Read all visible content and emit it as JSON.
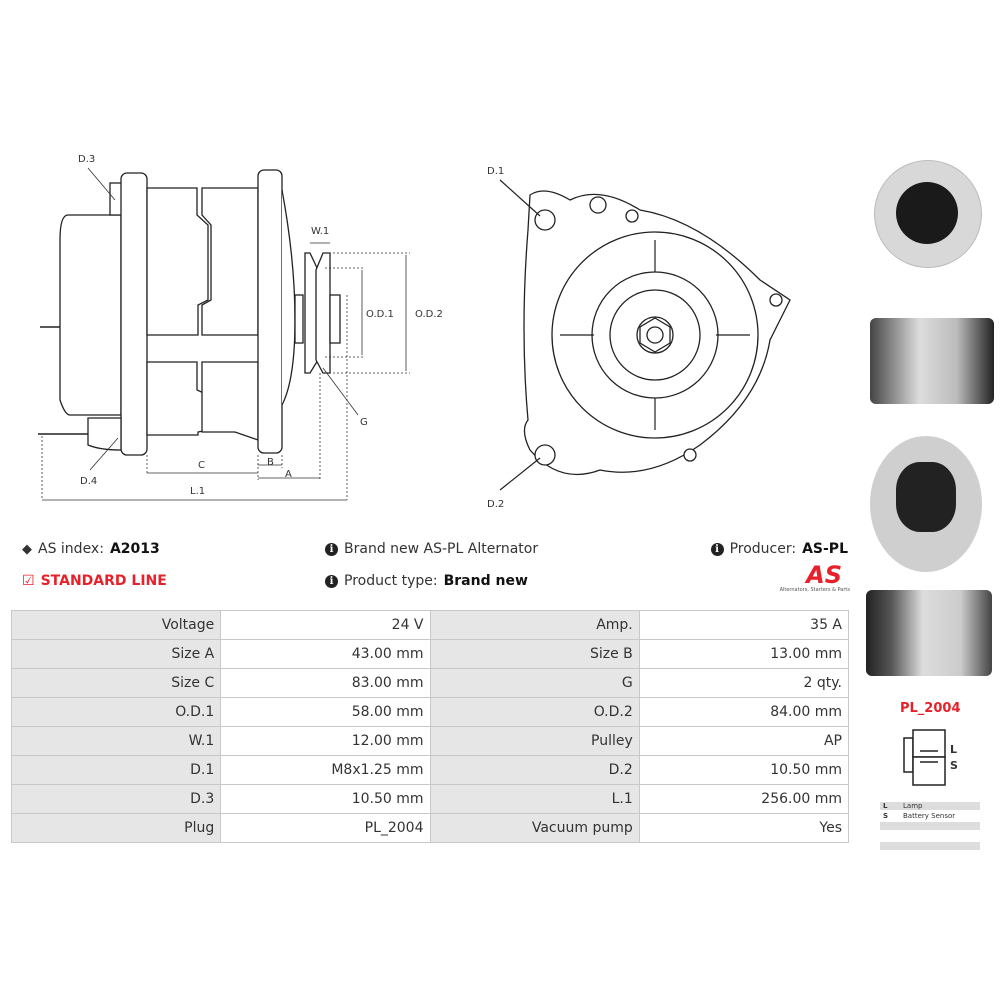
{
  "drawing_side": {
    "labels": {
      "d3": "D.3",
      "d4": "D.4",
      "w1": "W.1",
      "od1": "O.D.1",
      "od2": "O.D.2",
      "g": "G",
      "a": "A",
      "b": "B",
      "c": "C",
      "l1": "L.1"
    }
  },
  "drawing_front": {
    "labels": {
      "d1": "D.1",
      "d2": "D.2"
    }
  },
  "info": {
    "as_index_label": "AS index:",
    "as_index_value": "A2013",
    "line": "STANDARD LINE",
    "description": "Brand new AS-PL Alternator",
    "product_type_label": "Product type:",
    "product_type_value": "Brand new",
    "producer_label": "Producer:",
    "producer_value": "AS-PL",
    "logo_text": "AS",
    "logo_tagline": "Alternators, Starters & Parts"
  },
  "specs": [
    [
      "Voltage",
      "24 V",
      "Amp.",
      "35 A"
    ],
    [
      "Size A",
      "43.00 mm",
      "Size B",
      "13.00 mm"
    ],
    [
      "Size C",
      "83.00 mm",
      "G",
      "2 qty."
    ],
    [
      "O.D.1",
      "58.00 mm",
      "O.D.2",
      "84.00 mm"
    ],
    [
      "W.1",
      "12.00 mm",
      "Pulley",
      "AP"
    ],
    [
      "D.1",
      "M8x1.25 mm",
      "D.2",
      "10.50 mm"
    ],
    [
      "D.3",
      "10.50 mm",
      "L.1",
      "256.00 mm"
    ],
    [
      "Plug",
      "PL_2004",
      "Vacuum pump",
      "Yes"
    ]
  ],
  "plug": {
    "name": "PL_2004",
    "pins": [
      "L",
      "S"
    ],
    "legend": [
      {
        "pin": "L",
        "desc": "Lamp"
      },
      {
        "pin": "S",
        "desc": "Battery Sensor"
      },
      {
        "pin": "",
        "desc": ""
      },
      {
        "pin": "",
        "desc": ""
      },
      {
        "pin": "",
        "desc": ""
      }
    ]
  },
  "colors": {
    "accent": "#e8202a",
    "label_bg": "#e6e6e6"
  }
}
